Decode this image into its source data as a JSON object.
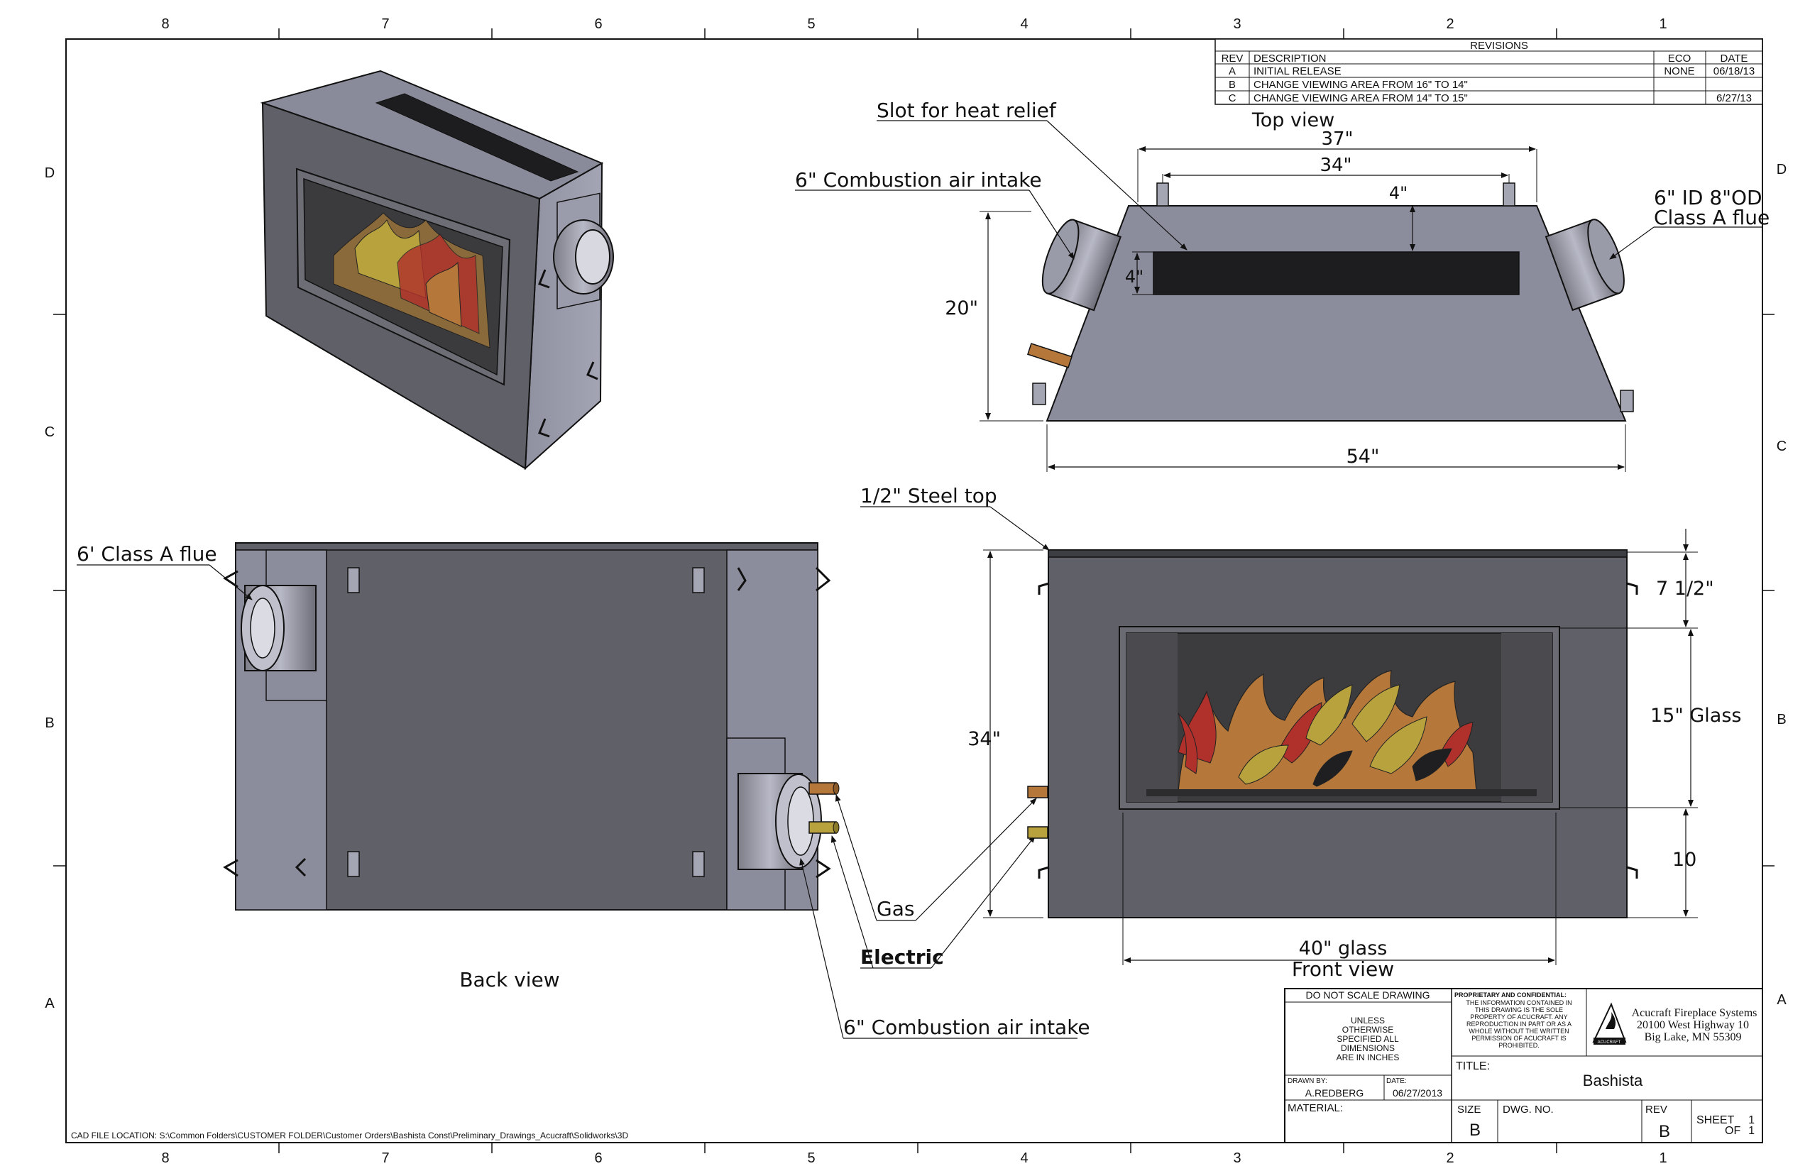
{
  "zones": {
    "top": [
      "8",
      "7",
      "6",
      "5",
      "4",
      "3",
      "2",
      "1"
    ],
    "bottom": [
      "8",
      "7",
      "6",
      "5",
      "4",
      "3",
      "2",
      "1"
    ],
    "left": [
      "D",
      "C",
      "B",
      "A"
    ],
    "right": [
      "D",
      "C",
      "B",
      "A"
    ]
  },
  "revisions": {
    "title": "REVISIONS",
    "headers": {
      "rev": "REV",
      "description": "DESCRIPTION",
      "eco": "ECO",
      "date": "DATE"
    },
    "rows": [
      {
        "rev": "A",
        "description": "INITIAL RELEASE",
        "eco": "NONE",
        "date": "06/18/13"
      },
      {
        "rev": "B",
        "description": "CHANGE VIEWING AREA FROM 16\" TO 14\"",
        "eco": "",
        "date": ""
      },
      {
        "rev": "C",
        "description": "CHANGE VIEWING AREA FROM 14\" TO 15\"",
        "eco": "",
        "date": "6/27/13"
      }
    ]
  },
  "views": {
    "top": "Top view",
    "back": "Back view",
    "front": "Front view"
  },
  "callouts": {
    "slot": "Slot for  heat relief",
    "combustion_top": "6\" Combustion air intake",
    "flue_top_line1": "6\" ID 8\"OD",
    "flue_top_line2": "Class A flue",
    "steel_top": "1/2\" Steel top",
    "flue_back": "6' Class A flue",
    "gas": "Gas",
    "electric": "Electric",
    "combustion_bottom": "6\" Combustion air intake"
  },
  "dimensions": {
    "top_overall": "37\"",
    "top_inner": "34\"",
    "top_slot_offset": "4\"",
    "top_slot_width": "4\"",
    "top_depth": "20\"",
    "top_base": "54\"",
    "front_height": "34\"",
    "front_top": "7 1/2\"",
    "front_glass": "15\" Glass",
    "front_bottom": "10",
    "front_glass_width": "40\" glass"
  },
  "title_block": {
    "do_not_scale": "DO NOT SCALE DRAWING",
    "unless_lines": [
      "UNLESS",
      "OTHERWISE",
      "SPECIFIED ALL",
      "DIMENSIONS",
      "ARE IN INCHES"
    ],
    "proprietary_title": "PROPRIETARY AND CONFIDENTIAL:",
    "proprietary_lines": [
      "THE INFORMATION CONTAINED IN",
      "THIS DRAWING IS THE SOLE",
      "PROPERTY OF ACUCRAFT. ANY",
      "REPRODUCTION IN PART OR AS A",
      "WHOLE WITHOUT THE WRITTEN",
      "PERMISSION OF ACUCRAFT IS",
      "PROHIBITED."
    ],
    "company_lines": [
      "Acucraft Fireplace Systems",
      "20100 West Highway 10",
      "Big Lake, MN 55309"
    ],
    "logo_text": "ACUCRAFT",
    "drawn_by_label": "DRAWN BY:",
    "drawn_by": "A.REDBERG",
    "date_label": "DATE:",
    "date": "06/27/2013",
    "material_label": "MATERIAL:",
    "title_label": "TITLE:",
    "title": "Bashista",
    "size_label": "SIZE",
    "size": "B",
    "dwg_label": "DWG.  NO.",
    "rev_label": "REV",
    "rev": "B",
    "sheet_label": "SHEET",
    "sheet_num": "1",
    "sheet_of": "OF",
    "sheet_total": "1"
  },
  "cad_location": "CAD FILE LOCATION: S:\\Common Folders\\CUSTOMER FOLDER\\Customer Orders\\Bashista Const\\Preliminary_Drawings_Acucraft\\Solidworks\\3D",
  "colors": {
    "body_dark": "#5f6068",
    "body_light": "#8b8c9c",
    "glass": "#4a4a4c",
    "flame_orange": "#b5783a",
    "flame_red": "#b0302c",
    "flame_yellow": "#b7a23e"
  }
}
